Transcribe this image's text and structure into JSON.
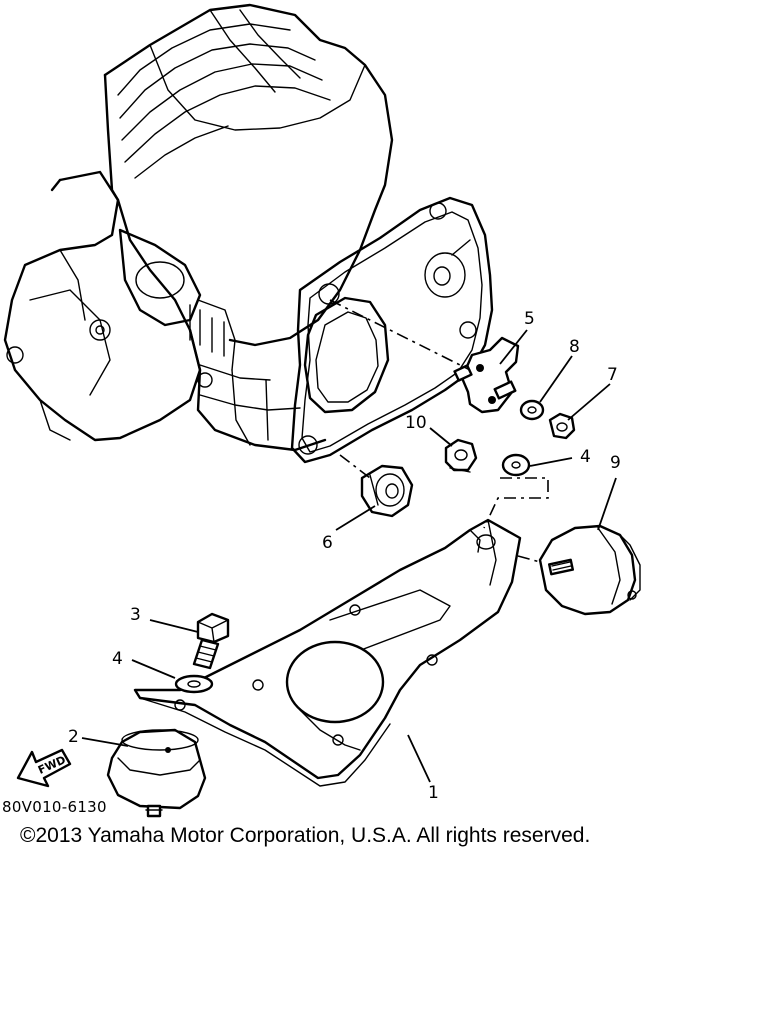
{
  "diagram": {
    "code": "80V010-6130",
    "forward_label": "FWD",
    "callouts": [
      {
        "id": "callout-1",
        "label": "1"
      },
      {
        "id": "callout-2",
        "label": "2"
      },
      {
        "id": "callout-3",
        "label": "3"
      },
      {
        "id": "callout-4a",
        "label": "4"
      },
      {
        "id": "callout-4b",
        "label": "4"
      },
      {
        "id": "callout-5",
        "label": "5"
      },
      {
        "id": "callout-6",
        "label": "6"
      },
      {
        "id": "callout-7",
        "label": "7"
      },
      {
        "id": "callout-8",
        "label": "8"
      },
      {
        "id": "callout-9",
        "label": "9"
      },
      {
        "id": "callout-10",
        "label": "10"
      }
    ]
  },
  "footer": {
    "copyright": "©2013 Yamaha Motor Corporation, U.S.A. All rights reserved."
  }
}
